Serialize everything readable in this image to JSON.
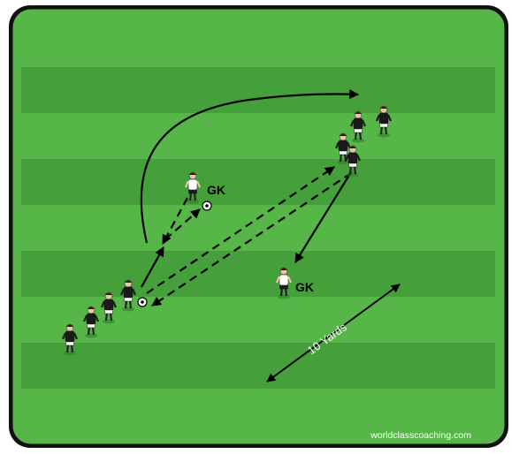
{
  "field": {
    "grass_color": "#56b748",
    "stripe_color": "#45a03b",
    "border_color": "#111111"
  },
  "labels": {
    "gk_top": "GK",
    "gk_bottom": "GK",
    "distance": "10 Yards",
    "watermark": "worldclasscoaching.com"
  },
  "players": {
    "attacker_shirt": "#1a1a1a",
    "attacker_shorts": "#ffffff",
    "keeper_shirt": "#ffffff",
    "keeper_shorts": "#1a1a1a"
  }
}
